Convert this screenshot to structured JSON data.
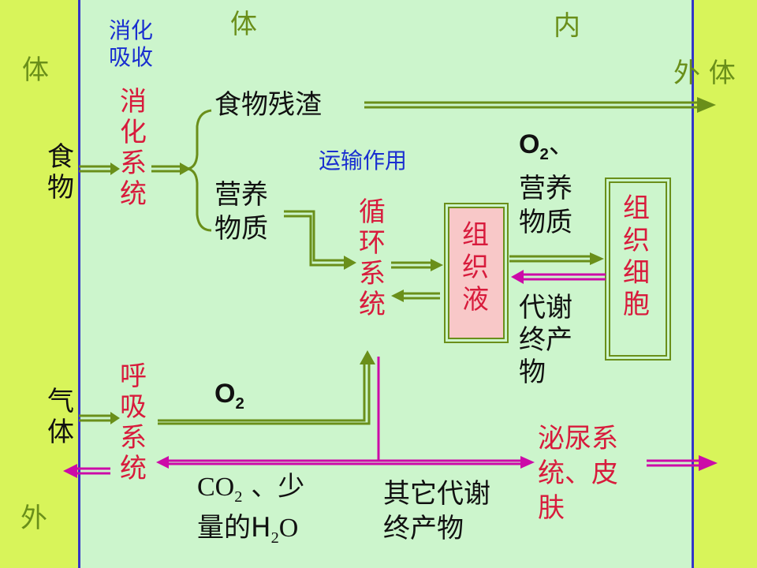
{
  "colors": {
    "outer": "#d8f45a",
    "inner": "#ccf5cc",
    "arrow": "#6a8f1a",
    "magenta": "#cc0aa8",
    "text_red": "#d81b3c",
    "text_blue": "#1a2fd0"
  },
  "labels": {
    "ti_left_top": "体",
    "ti_top_mid": "体",
    "nei": "内",
    "wai_ti_right": "外 体",
    "wai_left_bottom": "外",
    "digest_absorb": "消化\n吸收",
    "digest_system": "消\n化\n系\n统",
    "food": "食\n物",
    "food_residue": "食物残渣",
    "nutrients": "营养\n物质",
    "transport": "运输作用",
    "circulation": "循\n环\n系\n统",
    "tissue_fluid": "组\n织\n液",
    "tissue_cells": "组\n织\n细\n胞",
    "o2_nutrients_o": "O",
    "o2_nutrients_sub": "2",
    "o2_nutrients_rest": "、",
    "o2_nutrients_text": "营养\n物质",
    "metabolic_waste": "代谢\n终产\n物",
    "gas": "气\n体",
    "respiratory_system": "呼\n吸\n系\n统",
    "o2_o": "O",
    "o2_sub": "2",
    "co2_co": "CO",
    "co2_sub": "2",
    "co2_rest": " 、少",
    "water_a": "量的H",
    "water_sub": "2",
    "water_b": "O",
    "other_waste": "其它代谢\n终产物",
    "urinary_skin": "泌尿系\n统、皮\n肤"
  }
}
